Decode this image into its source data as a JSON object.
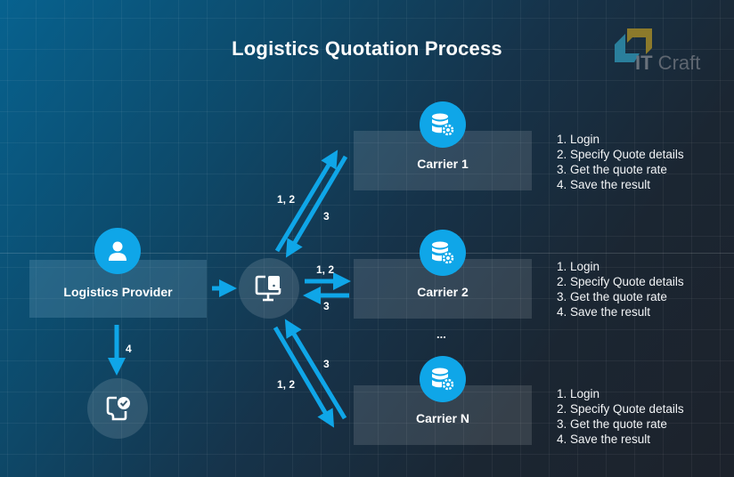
{
  "title": "Logistics Quotation Process",
  "logo": {
    "brand_bold": "IT",
    "brand_rest": " Craft",
    "colors": {
      "teal": "#2a7f9c",
      "gold": "#8c7a2b"
    }
  },
  "accent_color": "#0fa6e8",
  "provider": {
    "label": "Logistics Provider",
    "icon": "user-icon"
  },
  "platform": {
    "icon": "monitor-device-icon"
  },
  "result": {
    "icon": "document-check-icon"
  },
  "carriers": [
    {
      "label": "Carrier 1",
      "icon": "database-gear-icon",
      "steps": [
        "1. Login",
        "2. Specify Quote details",
        "3. Get the quote rate",
        "4. Save the result"
      ]
    },
    {
      "label": "Carrier 2",
      "icon": "database-gear-icon",
      "steps": [
        "1. Login",
        "2. Specify Quote details",
        "3. Get the quote rate",
        "4. Save the result"
      ]
    },
    {
      "label": "Carrier N",
      "icon": "database-gear-icon",
      "steps": [
        "1. Login",
        "2. Specify Quote details",
        "3. Get the quote rate",
        "4. Save the result"
      ]
    }
  ],
  "ellipsis": "...",
  "arrow_labels": {
    "c1_out": "1, 2",
    "c1_in": "3",
    "c2_out": "1, 2",
    "c2_in": "3",
    "cn_out": "1, 2",
    "cn_in": "3",
    "save": "4"
  }
}
